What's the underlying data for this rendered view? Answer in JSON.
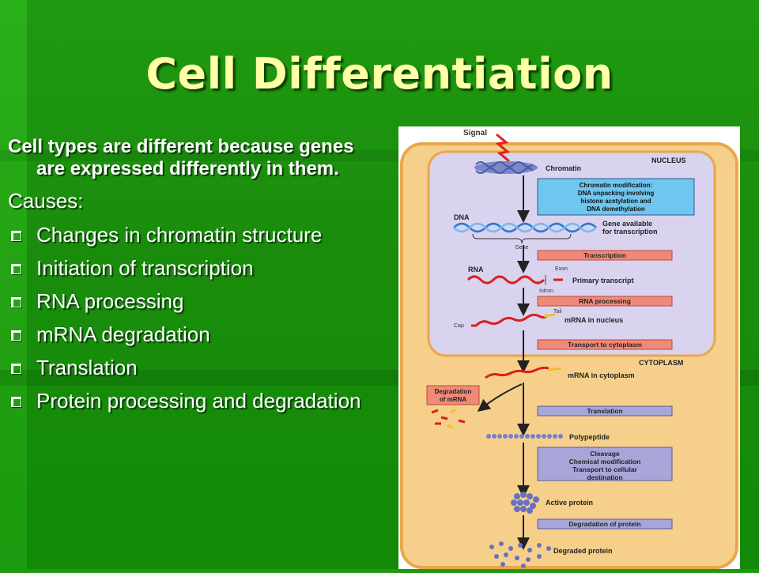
{
  "slide": {
    "title": "Cell Differentiation",
    "intro": "Cell types are different because genes are expressed differently in them.",
    "causes_label": "Causes:",
    "bullets": [
      "Changes in chromatin structure",
      "Initiation of transcription",
      "RNA processing",
      "mRNA degradation",
      "Translation",
      "Protein processing and degradation"
    ],
    "colors": {
      "background": "#1a8c0c",
      "title": "#ffffa8",
      "text": "#ffffff"
    }
  },
  "diagram": {
    "signal": "Signal",
    "nucleus": "NUCLEUS",
    "chromatin": "Chromatin",
    "chromatin_box": [
      "Chromatin modification:",
      "DNA unpacking involving",
      "histone acetylation and",
      "DNA demethylation"
    ],
    "dna": "DNA",
    "gene": "Gene",
    "gene_available": [
      "Gene available",
      "for transcription"
    ],
    "transcription": "Transcription",
    "rna": "RNA",
    "exon": "Exon",
    "intron": "Intron",
    "primary_transcript": "Primary transcript",
    "rna_processing": "RNA processing",
    "tail": "Tail",
    "cap": "Cap",
    "mrna_nucleus": "mRNA in nucleus",
    "transport": "Transport to cytoplasm",
    "cytoplasm": "CYTOPLASM",
    "mrna_cytoplasm": "mRNA in cytoplasm",
    "degradation_mrna": [
      "Degradation",
      "of mRNA"
    ],
    "translation": "Translation",
    "polypeptide": "Polypeptide",
    "cleavage_box": [
      "Cleavage",
      "Chemical modification",
      "Transport to cellular",
      "destination"
    ],
    "active_protein": "Active protein",
    "degradation_protein": "Degradation of protein",
    "degraded_protein": "Degraded protein",
    "colors": {
      "cytoplasm_fill": "#f6d08a",
      "cytoplasm_border": "#e8a84a",
      "nucleus_fill": "#d9d3f0",
      "blue_box": "#6fc6ee",
      "salmon_box": "#f08a78",
      "lavender_box": "#a8a6d8"
    }
  }
}
